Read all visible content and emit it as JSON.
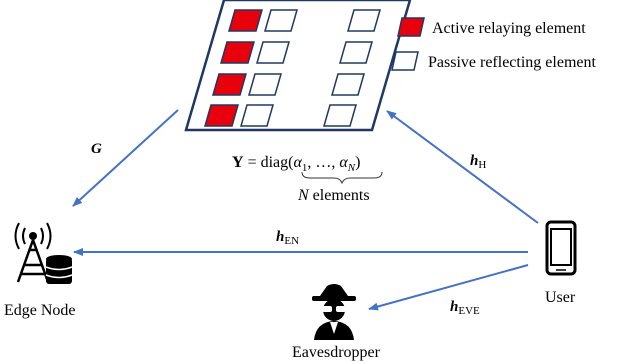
{
  "diagram": {
    "nodes": {
      "edge_node": "Edge Node",
      "user": "User",
      "eavesdropper": "Eavesdropper"
    },
    "legend": {
      "active": "Active relaying element",
      "passive": "Passive reflecting element"
    },
    "ris": {
      "equation_lhs": "Υ",
      "equation_eq": " = diag(",
      "alpha": "α",
      "sub_1": "1",
      "ellipsis": ", …, ",
      "sub_N": "N",
      "close": ")",
      "brace_n": "N",
      "brace_text": " elements"
    },
    "links": {
      "G": "G",
      "hH_base": "h",
      "hH_sub": "H",
      "hEN_base": "h",
      "hEN_sub": "EN",
      "hEVE_base": "h",
      "hEVE_sub": "EVE"
    },
    "colors": {
      "active": "#e8000d",
      "arrow": "#4472c4",
      "outline": "#1f3864"
    },
    "icons": [
      "antenna-tower-icon",
      "database-icon",
      "smartphone-icon",
      "spy-icon"
    ]
  }
}
